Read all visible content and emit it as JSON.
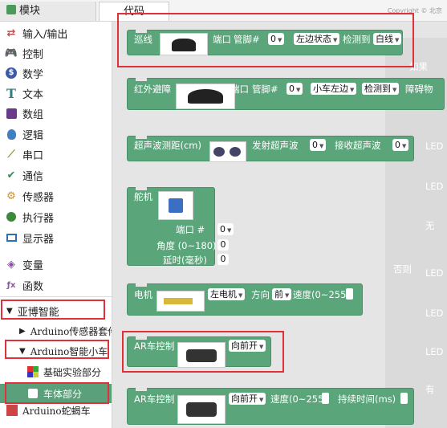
{
  "tabs": {
    "module": "模块",
    "code": "代码"
  },
  "copyright": "Copyright © 北京",
  "categories": [
    {
      "label": "输入/输出",
      "icon": "arrows-icon",
      "color": "#c0504d"
    },
    {
      "label": "控制",
      "icon": "gamepad-icon",
      "color": "#5a8a5a"
    },
    {
      "label": "数学",
      "icon": "math-icon",
      "color": "#3c5aa8"
    },
    {
      "label": "文本",
      "icon": "text-icon",
      "color": "#2f7d80"
    },
    {
      "label": "数组",
      "icon": "array-icon",
      "color": "#6a3a8a"
    },
    {
      "label": "逻辑",
      "icon": "bulb-icon",
      "color": "#3f7fc4"
    },
    {
      "label": "串口",
      "icon": "plug-icon",
      "color": "#7aa03a"
    },
    {
      "label": "通信",
      "icon": "signal-icon",
      "color": "#3b8a5a"
    },
    {
      "label": "传感器",
      "icon": "sensor-icon",
      "color": "#c89030"
    },
    {
      "label": "执行器",
      "icon": "actuator-icon",
      "color": "#3a8a3a"
    },
    {
      "label": "显示器",
      "icon": "monitor-icon",
      "color": "#2f6fb0"
    },
    {
      "label": "变量",
      "icon": "variable-icon",
      "color": "#8a4aa8"
    },
    {
      "label": "函数",
      "icon": "function-icon",
      "color": "#8a5aa0"
    }
  ],
  "tree": {
    "yabo": "亚博智能",
    "sensor_kit": "Arduino传感器套件",
    "smart_car": "Arduino智能小车",
    "basic": "基础实验部分",
    "body": "车体部分",
    "next": "Arduino蛇蝎车"
  },
  "blocks": {
    "line": {
      "title": "巡线",
      "port": "端口",
      "pin": "管脚#",
      "pin_val": "0",
      "side": "左边状态",
      "detect": "检测到",
      "color": "白线"
    },
    "ir": {
      "title": "红外避障",
      "port": "端口",
      "pin": "管脚#",
      "pin_val": "0",
      "side": "小车左边",
      "detect": "检测到",
      "obstacle": "障碍物"
    },
    "ultra": {
      "title": "超声波测距(cm)",
      "send": "发射超声波",
      "send_val": "0",
      "recv": "接收超声波",
      "recv_val": "0"
    },
    "servo": {
      "title": "舵机",
      "port": "端口 #",
      "port_val": "0",
      "angle": "角度 (0~180)",
      "angle_val": "0",
      "delay": "延时(毫秒)",
      "delay_val": "0"
    },
    "motor": {
      "title": "电机",
      "motor": "左电机",
      "dir_label": "方向",
      "dir": "前",
      "speed": "速度(0~255)"
    },
    "ar": {
      "title": "AR车控制",
      "action": "向前开"
    },
    "ar2": {
      "title": "AR车控制",
      "action": "向前开",
      "speed": "速度(0~255)",
      "duration": "持续时间(ms)"
    }
  },
  "ghost_labels": [
    "如果",
    "LED",
    "LED",
    "无",
    "LED",
    "否则",
    "LED",
    "LED",
    "有"
  ]
}
